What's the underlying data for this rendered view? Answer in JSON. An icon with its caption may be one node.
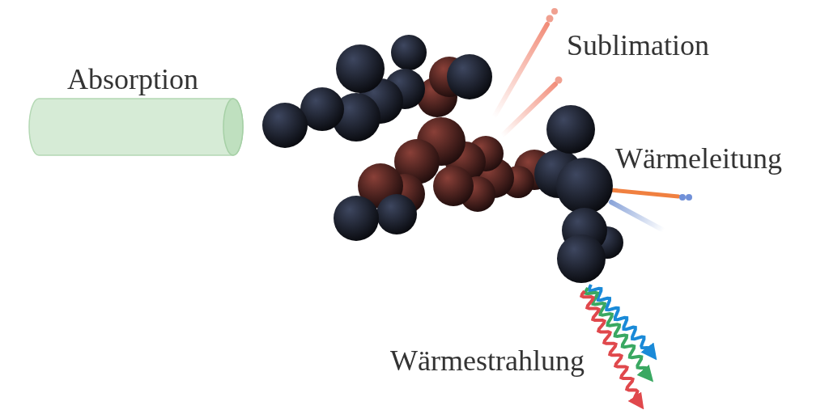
{
  "diagram": {
    "labels": [
      "Sublimation",
      "Absorption",
      "Wärmeleitung",
      "Wärmestrahlung"
    ]
  }
}
